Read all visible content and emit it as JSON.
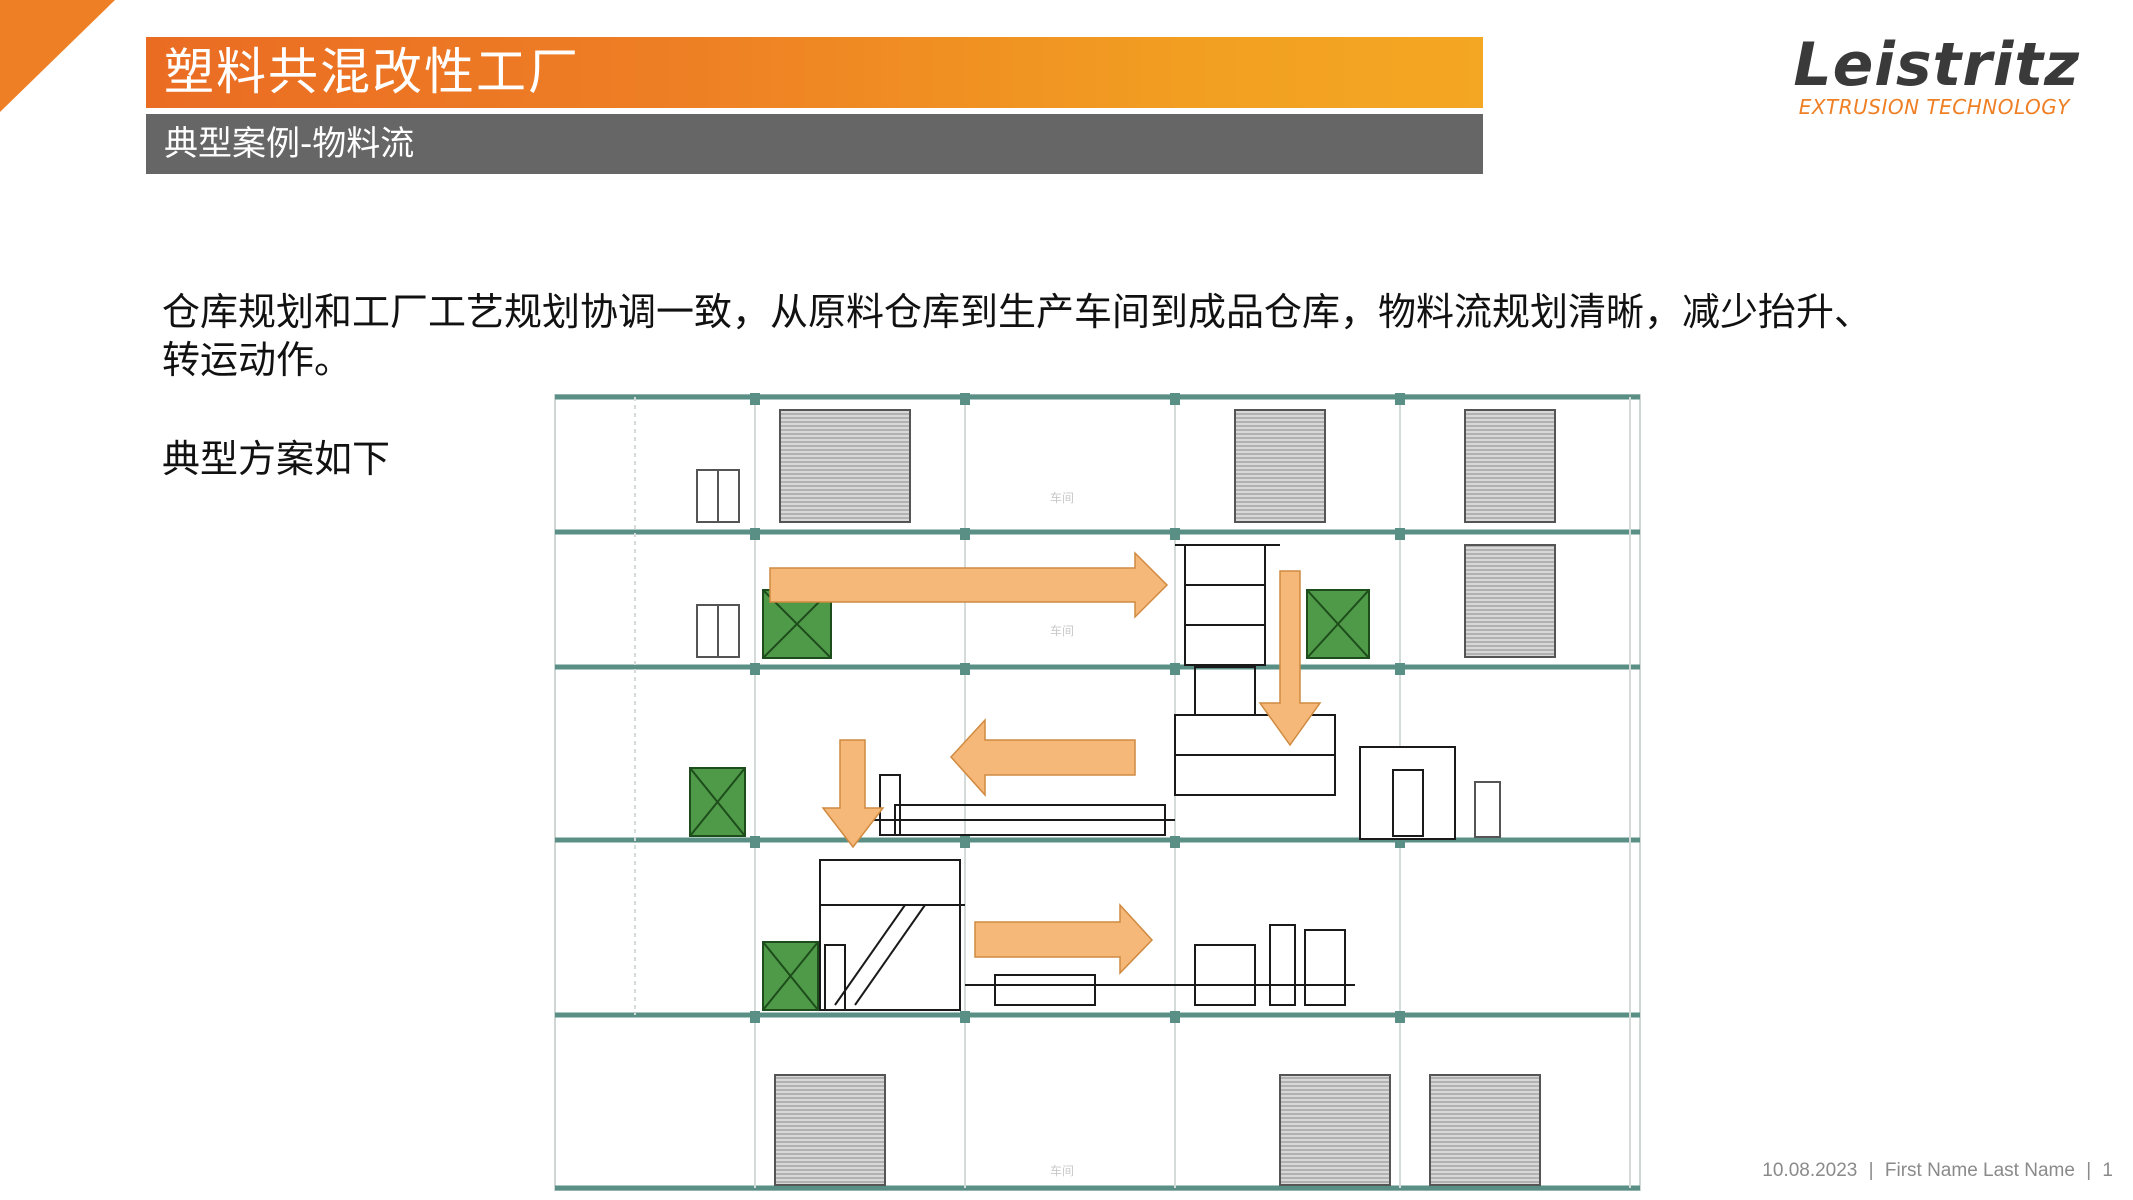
{
  "header": {
    "title": "塑料共混改性工厂",
    "subtitle": "典型案例-物料流"
  },
  "logo": {
    "name": "Leistritz",
    "tagline": "EXTRUSION TECHNOLOGY"
  },
  "content": {
    "paragraph_line1": "仓库规划和工厂工艺规划协调一致，从原料仓库到生产车间到成品仓库，物料流规划清晰，减少抬升、",
    "paragraph_line2": "转运动作。",
    "paragraph2": "典型方案如下"
  },
  "drawing": {
    "icon": "factory-cross-section-diagram",
    "arrow_color": "#f6b878",
    "crate_color": "#4f9a48"
  },
  "footer": {
    "date": "10.08.2023",
    "name": "First Name Last Name",
    "page": "1"
  },
  "colors": {
    "accent": "#ee7f24",
    "subtitle_bg": "#666666",
    "frame": "#5a8f86"
  }
}
